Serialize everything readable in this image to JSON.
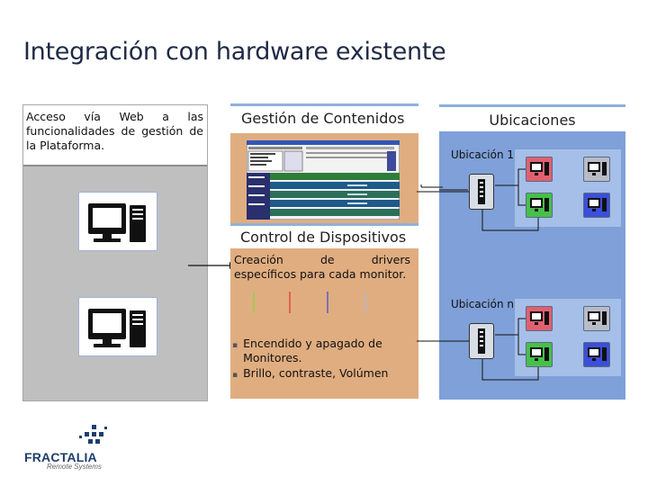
{
  "title": "Integración con hardware existente",
  "left_panel": {
    "text": "Acceso vía Web a las funcionalidades de gestión de la Plataforma.",
    "icons": [
      "computer-icon",
      "computer-icon"
    ]
  },
  "gestion_contenidos": {
    "title": "Gestión de Contenidos",
    "icon": "software-screenshot-icon"
  },
  "control_dispositivos": {
    "title": "Control de Dispositivos",
    "description_line1": "Creación de drivers",
    "description_line2": "específicos para cada monitor.",
    "bullets": [
      "Encendido y apagado de Monitores.",
      "Brillo, contraste, Volúmen"
    ],
    "line_colors": [
      "#8fd14f",
      "#e04a3a",
      "#5a5ac8",
      "#b0b8c8"
    ]
  },
  "ubicaciones": {
    "title": "Ubicaciones",
    "locations": [
      {
        "label": "Ubicación 1",
        "monitor_colors": [
          "#e06070",
          "#b8bcc8",
          "#47c04a",
          "#3b4fd8"
        ]
      },
      {
        "label": "Ubicación n",
        "monitor_colors": [
          "#e06070",
          "#b8bcc8",
          "#47c04a",
          "#3b4fd8"
        ]
      }
    ]
  },
  "brand": {
    "name": "FRACTALIA",
    "tagline": "Remote Systems",
    "accent": "#1d3d6e"
  },
  "colors": {
    "left_panel": "#bfbfbf",
    "orange_panel": "#e0ad80",
    "blue_panel": "#7fa0d8",
    "header_border": "#8fb0dc"
  }
}
